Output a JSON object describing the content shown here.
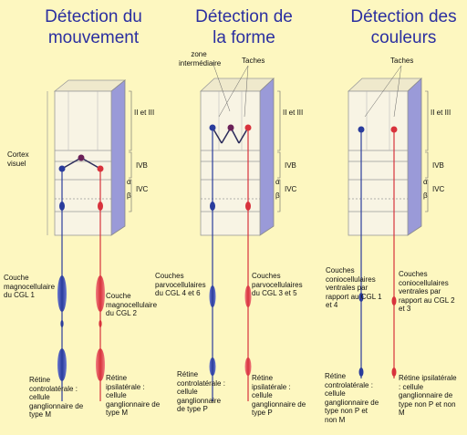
{
  "panels": [
    {
      "title": "Détection du mouvement",
      "layers": {
        "top": "II et III",
        "mid": "IVB",
        "low": "IVC",
        "alpha": "α",
        "beta": "β"
      },
      "cortex_label": "Cortex visuel",
      "lgn_left": "Couche magnocellulaire du CGL 1",
      "lgn_right": "Couche magnocellulaire du CGL 2",
      "retina_left": "Rétine controlatérale : cellule ganglionnaire de type M",
      "retina_right": "Rétine ipsilatérale : cellule ganglionnaire de type M"
    },
    {
      "title": "Détection de la forme",
      "zone_label": "zone intermédiaire",
      "blobs_label": "Taches",
      "layers": {
        "top": "II et III",
        "mid": "IVB",
        "low": "IVC",
        "alpha": "α",
        "beta": "β"
      },
      "lgn_left": "Couches parvocellulaires du CGL 4 et 6",
      "lgn_right": "Couches parvocellulaires du CGL 3 et 5",
      "retina_left": "Rétine controlatérale : cellule ganglionnaire de type P",
      "retina_right": "Rétine ipsilatérale : cellule ganglionnaire de type P"
    },
    {
      "title": "Détection des couleurs",
      "blobs_label": "Taches",
      "layers": {
        "top": "II et III",
        "mid": "IVB",
        "low": "IVC",
        "alpha": "α",
        "beta": "β"
      },
      "lgn_left": "Couches coniocellulaires ventrales par rapport au CGL 1 et 4",
      "lgn_right": "Couches coniocellulaires ventrales par rapport au CGL 2 et 3",
      "retina_left": "Rétine controlatérale : cellule ganglionnaire de type non P et non M",
      "retina_right": "Rétine ipsilatérale : cellule ganglionnaire de type non P et non M"
    }
  ],
  "colors": {
    "background": "#fdf7c0",
    "title": "#2b2fa0",
    "blue_pathway": "#2a3c9c",
    "red_pathway": "#d8323c",
    "cortex_face": "#f8f4e4",
    "cortex_side": "#9a9ad8",
    "line_dark": "#2b2b5a"
  },
  "icons": [
    "neuron-cell-icon",
    "axon-pathway-icon"
  ]
}
